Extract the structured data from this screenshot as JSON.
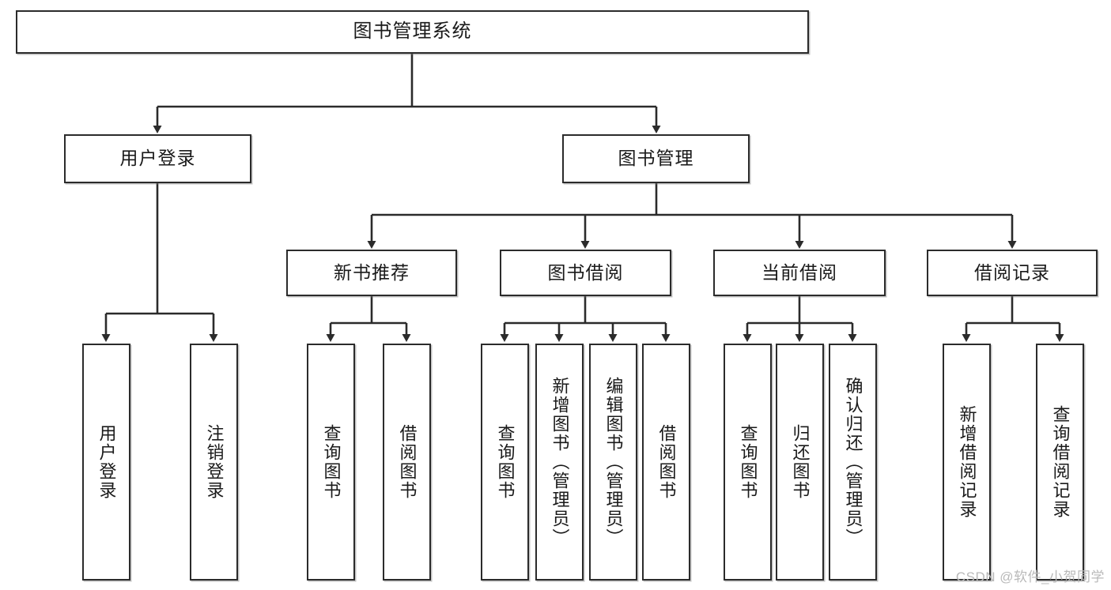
{
  "diagram": {
    "type": "tree",
    "title": "图书管理系统",
    "watermark": "CSDN @软件_小贺同学",
    "colors": {
      "box_border": "#2b2b2b",
      "box_fill": "#ffffff",
      "line": "#2b2b2b",
      "text": "#1a1a1a",
      "watermark": "#b9b9b9"
    },
    "root": {
      "label": "图书管理系统"
    },
    "level2": [
      {
        "label": "用户登录"
      },
      {
        "label": "图书管理"
      }
    ],
    "level3": [
      {
        "label": "新书推荐"
      },
      {
        "label": "图书借阅"
      },
      {
        "label": "当前借阅"
      },
      {
        "label": "借阅记录"
      }
    ],
    "leaves": {
      "user_login": [
        {
          "label": "用户登录"
        },
        {
          "label": "注销登录"
        }
      ],
      "new_book_recommend": [
        {
          "label": "查询图书"
        },
        {
          "label": "借阅图书"
        }
      ],
      "book_borrow": [
        {
          "label": "查询图书"
        },
        {
          "label": "新增图书（管理员）"
        },
        {
          "label": "编辑图书（管理员）"
        },
        {
          "label": "借阅图书"
        }
      ],
      "current_borrow": [
        {
          "label": "查询图书"
        },
        {
          "label": "归还图书"
        },
        {
          "label": "确认归还（管理员）"
        }
      ],
      "borrow_record": [
        {
          "label": "新增借阅记录"
        },
        {
          "label": "查询借阅记录"
        }
      ]
    }
  }
}
